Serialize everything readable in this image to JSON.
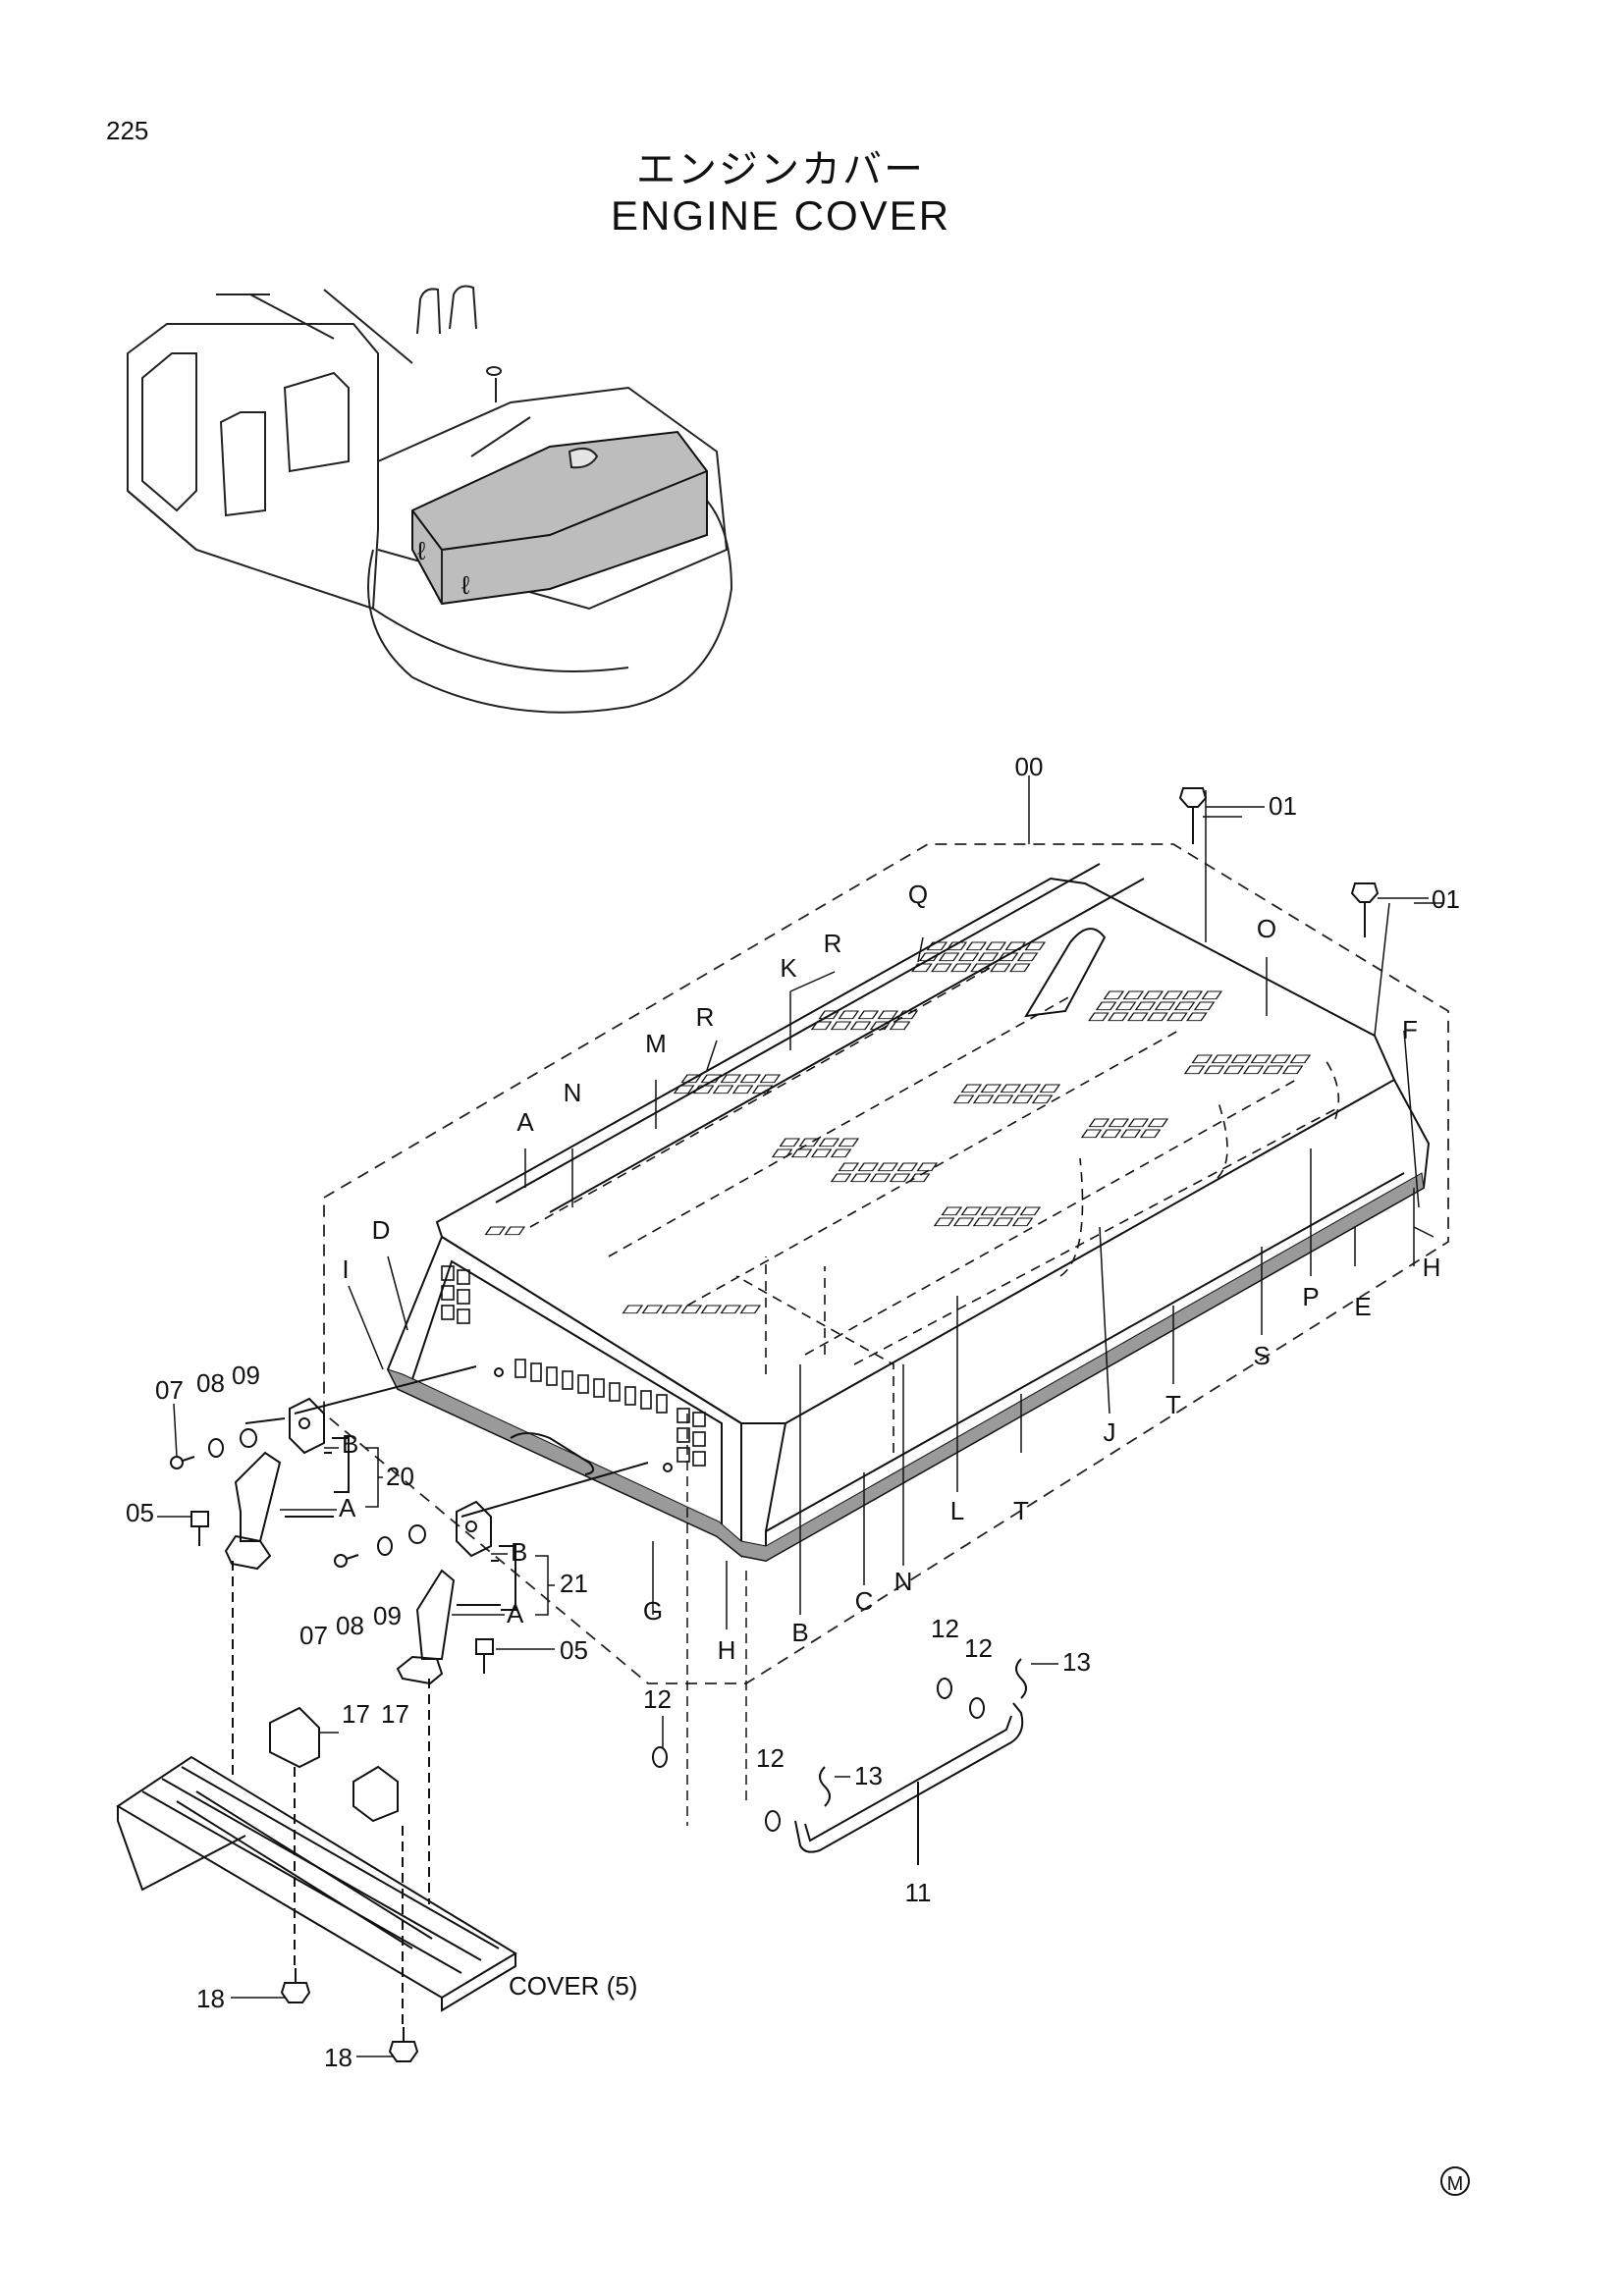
{
  "page_number": "225",
  "title_jp": "エンジンカバー",
  "title_en": "ENGINE COVER",
  "part_numbers": {
    "assembly": "00",
    "bolt_a": "01",
    "bolt_b": "01",
    "bolt_05_a": "05",
    "bolt_05_b": "05",
    "screw_07_a": "07",
    "screw_07_b": "07",
    "washer_08_a": "08",
    "washer_08_b": "08",
    "washer_09_a": "09",
    "washer_09_b": "09",
    "handle": "11",
    "ring_12_a": "12",
    "ring_12_b": "12",
    "ring_12_c": "12",
    "ring_12_d": "12",
    "pin_13_a": "13",
    "pin_13_b": "13",
    "catch_17_a": "17",
    "catch_17_b": "17",
    "bolt_18_a": "18",
    "bolt_18_b": "18",
    "latch_20": "20",
    "latch_21": "21"
  },
  "letter_labels": {
    "A_top": "A",
    "B_20": "B",
    "A_20": "A",
    "B_21": "B",
    "A_21": "A",
    "B_bottom": "B",
    "C": "C",
    "D": "D",
    "E": "E",
    "F": "F",
    "G": "G",
    "H_left": "H",
    "H_right": "H",
    "I": "I",
    "J": "J",
    "K": "K",
    "L": "L",
    "M": "M",
    "N_top": "N",
    "N_bottom": "N",
    "O": "O",
    "P": "P",
    "Q": "Q",
    "R_1": "R",
    "R_2": "R",
    "S": "S",
    "T_1": "T",
    "T_2": "T"
  },
  "reference_label": "COVER (5)",
  "mark_symbol": "M"
}
